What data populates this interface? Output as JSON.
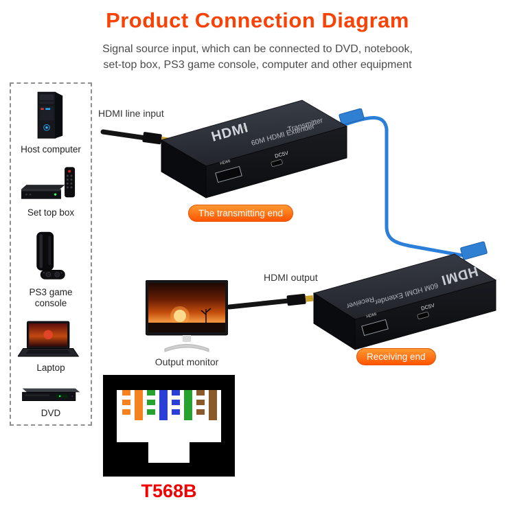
{
  "title": "Product Connection Diagram",
  "subtitle_line1": "Signal source input, which can be connected to DVD, notebook,",
  "subtitle_line2": "set-top box, PS3 game console, computer and other equipment",
  "accent": {
    "title_orange": "#f94306",
    "badge_orange_top": "#ff9a31",
    "badge_orange_bottom": "#ff5400",
    "t568b_red": "#f30000",
    "ethernet_blue": "#2b7fd9",
    "hdmi_gold": "#c9a22c"
  },
  "sidebar": {
    "items": [
      {
        "label": "Host computer"
      },
      {
        "label": "Set top box"
      },
      {
        "label": "PS3 game console"
      },
      {
        "label": "Laptop"
      },
      {
        "label": "DVD"
      }
    ]
  },
  "diagram": {
    "hdmi_line_input_label": "HDMI line input",
    "transmitting_badge": "The transmitting end",
    "hdmi_output_label": "HDMI output",
    "output_monitor_label": "Output monitor",
    "receiving_badge": "Receiving end",
    "transmitter": {
      "brand": "HDMI",
      "reg": "®",
      "model": "60M HDMI Extender",
      "role": "Transmitter",
      "port_label": "HDMI",
      "power_label": "DC5V"
    },
    "receiver": {
      "brand": "HDMI",
      "model": "60M HDMI Extender",
      "role": "Receiver",
      "port_label": "HDMI",
      "power_label": "DC5V"
    }
  },
  "rj45": {
    "label": "T568B",
    "pins": [
      {
        "name": "white-orange",
        "type": "striped",
        "color": "#f5821f"
      },
      {
        "name": "orange",
        "type": "solid",
        "color": "#f5821f"
      },
      {
        "name": "white-green",
        "type": "striped",
        "color": "#27a22f"
      },
      {
        "name": "blue",
        "type": "solid",
        "color": "#2a3fd6"
      },
      {
        "name": "white-blue",
        "type": "striped",
        "color": "#2a3fd6"
      },
      {
        "name": "green",
        "type": "solid",
        "color": "#27a22f"
      },
      {
        "name": "white-brown",
        "type": "striped",
        "color": "#8a5a2b"
      },
      {
        "name": "brown",
        "type": "solid",
        "color": "#8a5a2b"
      }
    ]
  }
}
